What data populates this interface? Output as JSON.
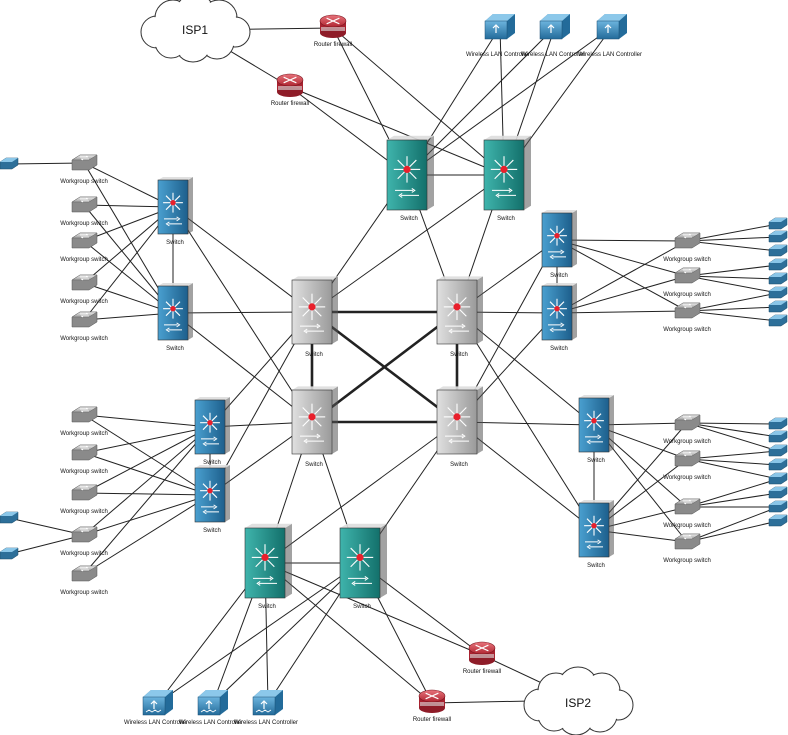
{
  "clouds": {
    "isp1": {
      "label": "ISP1"
    },
    "isp2": {
      "label": "ISP2"
    }
  },
  "labels": {
    "router_firewall": "Router firewall",
    "switch": "Switch",
    "workgroup_switch": "Workgroup switch",
    "wlc": "Wireless LAN Controller"
  },
  "colors": {
    "line": "#222222",
    "core_switch": "#a9a9a9",
    "distribution_switch": "#2a7aa8",
    "edge_switch": "#1f8f88",
    "router_firewall": "#c0303a",
    "workgroup_switch": "#b5b5b5",
    "wlc": "#3a85b5",
    "host": "#4a93c0"
  }
}
